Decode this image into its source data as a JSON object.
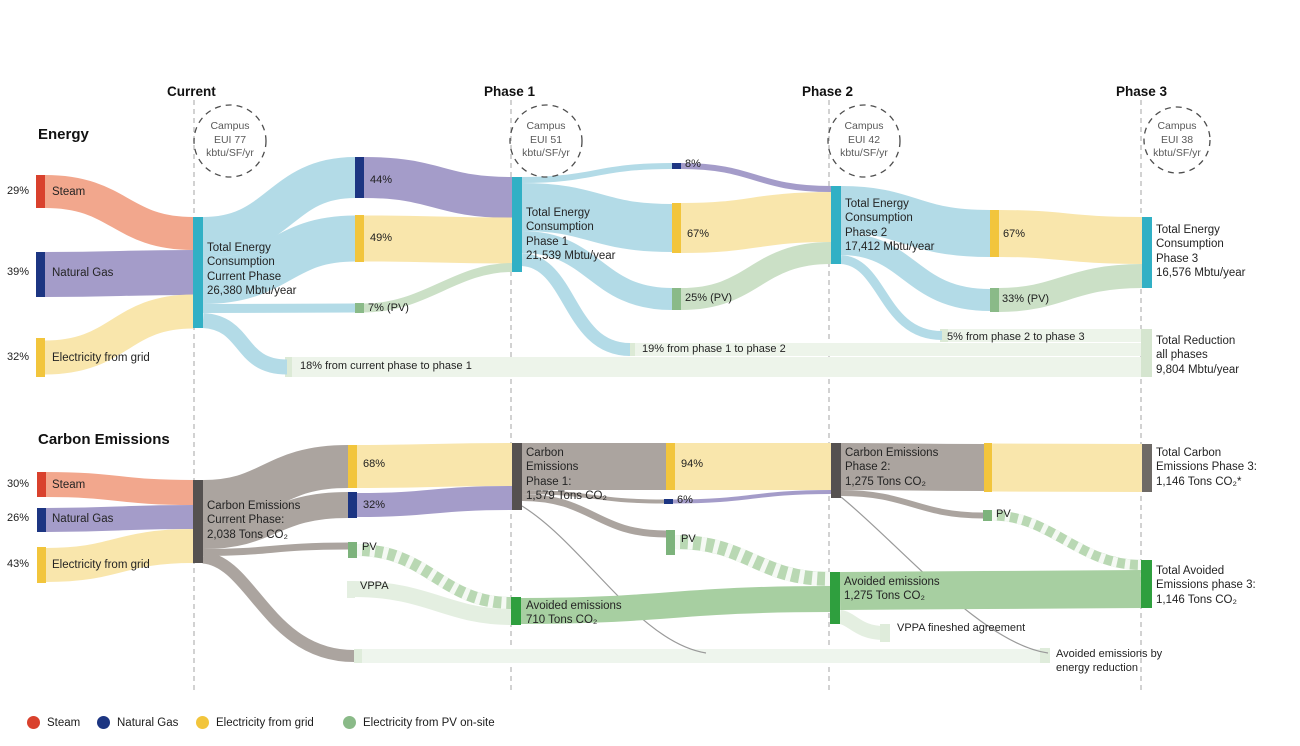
{
  "phases": [
    {
      "title": "Current",
      "eui": "Campus\nEUI 77\nkbtu/SF/yr"
    },
    {
      "title": "Phase 1",
      "eui": "Campus\nEUI 51\nkbtu/SF/yr"
    },
    {
      "title": "Phase 2",
      "eui": "Campus\nEUI 42\nkbtu/SF/yr"
    },
    {
      "title": "Phase 3",
      "eui": "Campus\nEUI 38\nkbtu/SF/yr"
    }
  ],
  "energy": {
    "section_title": "Energy",
    "sources": [
      {
        "pct": "29%",
        "label": "Steam"
      },
      {
        "pct": "39%",
        "label": "Natural Gas"
      },
      {
        "pct": "32%",
        "label": "Electricity from grid"
      }
    ],
    "total_current": "Total Energy\nConsumption\nCurrent Phase\n26,380 Mbtu/year",
    "total_p1": "Total Energy\nConsumption\nPhase 1\n21,539 Mbtu/year",
    "total_p2": "Total Energy\nConsumption\nPhase 2\n17,412 Mbtu/year",
    "total_p3": "Total Energy\nConsumption\nPhase 3\n16,576 Mbtu/year",
    "mix_p1": [
      "44%",
      "49%",
      "7% (PV)"
    ],
    "mix_p2": [
      "8%",
      "67%",
      "25% (PV)"
    ],
    "mix_p3": [
      "67%",
      "33% (PV)"
    ],
    "reduction_1": "18% from current phase to phase 1",
    "reduction_2": "19% from phase 1 to phase 2",
    "reduction_3": "5% from phase 2 to phase 3",
    "reduction_total": "Total Reduction\nall phases\n9,804 Mbtu/year"
  },
  "carbon": {
    "section_title": "Carbon Emissions",
    "sources": [
      {
        "pct": "30%",
        "label": "Steam"
      },
      {
        "pct": "26%",
        "label": "Natural Gas"
      },
      {
        "pct": "43%",
        "label": "Electricity from grid"
      }
    ],
    "total_current": "Carbon Emissions\nCurrent Phase:\n2,038 Tons CO₂",
    "total_p1": "Carbon\nEmissions\nPhase 1:\n1,579 Tons CO₂",
    "total_p2": "Carbon Emissions\nPhase 2:\n1,275 Tons CO₂",
    "total_p3": "Total Carbon\nEmissions Phase 3:\n1,146 Tons CO₂*",
    "mix_p1": [
      "68%",
      "32%",
      "PV",
      "VPPA"
    ],
    "mix_p2": [
      "94%",
      "6%",
      "PV"
    ],
    "mix_p3_pv": "PV",
    "avoided_p1": "Avoided emissions\n710 Tons CO₂",
    "avoided_p2": "Avoided emissions\n1,275 Tons CO₂",
    "avoided_total": "Total Avoided\nEmissions  phase 3:\n1,146 Tons CO₂",
    "vppa_note": "VPPA fineshed agreement",
    "reduction_note": "Avoided emissions by\nenergy reduction"
  },
  "legend": {
    "items": [
      {
        "label": "Steam",
        "color": "#d9412d"
      },
      {
        "label": "Natural Gas",
        "color": "#1c3582"
      },
      {
        "label": "Electricity from grid",
        "color": "#f2c53c"
      },
      {
        "label": "Electricity from PV on-site",
        "color": "#8aba88"
      }
    ]
  },
  "chart_data": [
    {
      "type": "sankey",
      "title": "Energy",
      "unit": "Mbtu/year",
      "totals": {
        "current": 26380,
        "phase1": 21539,
        "phase2": 17412,
        "phase3": 16576,
        "total_reduction_all_phases": 9804
      },
      "campus_eui_kbtu_sf_yr": {
        "current": 77,
        "phase1": 51,
        "phase2": 42,
        "phase3": 38
      },
      "links": [
        {
          "from": "Steam",
          "to": "Total Current",
          "share_pct": 29
        },
        {
          "from": "Natural Gas",
          "to": "Total Current",
          "share_pct": 39
        },
        {
          "from": "Electricity from grid",
          "to": "Total Current",
          "share_pct": 32
        },
        {
          "from": "Total Current",
          "to": "Phase 1 Natural Gas",
          "share_pct": 44
        },
        {
          "from": "Total Current",
          "to": "Phase 1 Electricity from grid",
          "share_pct": 49
        },
        {
          "from": "Total Current",
          "to": "Phase 1 PV on-site",
          "share_pct": 7
        },
        {
          "from": "Total Current",
          "to": "Reduction",
          "share_pct": 18,
          "note": "18% from current phase to phase 1"
        },
        {
          "from": "Phase 1",
          "to": "Phase 2 Natural Gas",
          "share_pct": 8
        },
        {
          "from": "Phase 1",
          "to": "Phase 2 Electricity from grid",
          "share_pct": 67
        },
        {
          "from": "Phase 1",
          "to": "Phase 2 PV on-site",
          "share_pct": 25
        },
        {
          "from": "Phase 1",
          "to": "Reduction",
          "share_pct": 19,
          "note": "19% from phase 1 to phase 2"
        },
        {
          "from": "Phase 2",
          "to": "Phase 3 Electricity from grid",
          "share_pct": 67
        },
        {
          "from": "Phase 2",
          "to": "Phase 3 PV on-site",
          "share_pct": 33
        },
        {
          "from": "Phase 2",
          "to": "Reduction",
          "share_pct": 5,
          "note": "5% from phase 2 to phase 3"
        }
      ]
    },
    {
      "type": "sankey",
      "title": "Carbon Emissions",
      "unit": "Tons CO2",
      "totals": {
        "current": 2038,
        "phase1": 1579,
        "phase2": 1275,
        "phase3": 1146,
        "avoided_phase1": 710,
        "avoided_phase2": 1275,
        "avoided_phase3": 1146
      },
      "links": [
        {
          "from": "Steam",
          "to": "Current",
          "share_pct": 30
        },
        {
          "from": "Natural Gas",
          "to": "Current",
          "share_pct": 26
        },
        {
          "from": "Electricity from grid",
          "to": "Current",
          "share_pct": 43
        },
        {
          "from": "Current",
          "to": "Phase 1 Electricity from grid",
          "share_pct": 68
        },
        {
          "from": "Current",
          "to": "Phase 1 Natural Gas",
          "share_pct": 32
        },
        {
          "from": "Current",
          "to": "Phase 1 PV",
          "label": "PV"
        },
        {
          "from": "VPPA",
          "to": "Avoided emissions Phase 1",
          "label": "VPPA"
        },
        {
          "from": "Phase 1 PV",
          "to": "Avoided emissions Phase 1",
          "label": "PV"
        },
        {
          "from": "Phase 1",
          "to": "Phase 2 Electricity from grid",
          "share_pct": 94
        },
        {
          "from": "Phase 1",
          "to": "Phase 2 Natural Gas",
          "share_pct": 6
        },
        {
          "from": "Phase 1",
          "to": "Phase 2 PV",
          "label": "PV"
        },
        {
          "from": "Avoided emissions Phase 1",
          "to": "Avoided emissions Phase 2"
        },
        {
          "from": "Phase 2 PV",
          "to": "Avoided emissions Phase 2",
          "label": "PV"
        },
        {
          "from": "Phase 2",
          "to": "Phase 3 Electricity from grid"
        },
        {
          "from": "Phase 2",
          "to": "Phase 3 PV",
          "label": "PV"
        },
        {
          "from": "Avoided emissions Phase 2",
          "to": "Total Avoided Emissions Phase 3"
        },
        {
          "from": "Avoided emissions Phase 2",
          "to": "VPPA fineshed agreement"
        },
        {
          "from": "Phase 3 PV",
          "to": "Total Avoided Emissions Phase 3",
          "label": "PV"
        },
        {
          "from": "All phases",
          "to": "Avoided emissions by energy reduction"
        }
      ]
    }
  ]
}
